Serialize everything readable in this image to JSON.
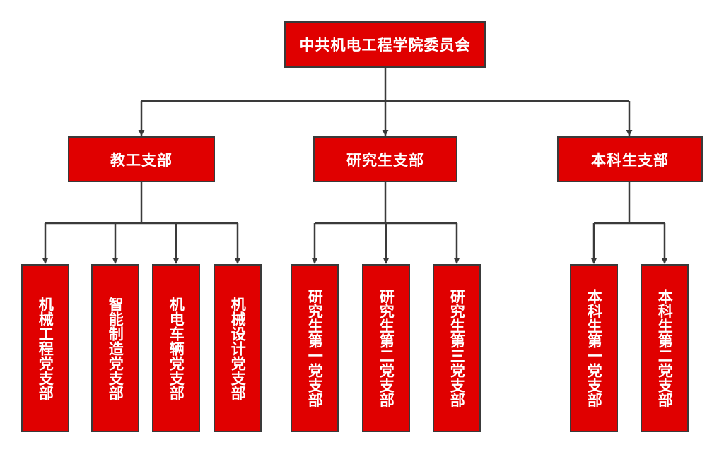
{
  "colors": {
    "node_fill": "#e00000",
    "node_border": "#3a3a3a",
    "connector": "#3a3a3a",
    "text": "#ffffff"
  },
  "root": {
    "label": "中共机电工程学院委员会"
  },
  "branches": [
    {
      "label": "教工支部",
      "children": [
        "机械工程党支部",
        "智能制造党支部",
        "机电车辆党支部",
        "机械设计党支部"
      ]
    },
    {
      "label": "研究生支部",
      "children": [
        "研究生第一党支部",
        "研究生第二党支部",
        "研究生第三党支部"
      ]
    },
    {
      "label": "本科生支部",
      "children": [
        "本科生第一党支部",
        "本科生第二党支部"
      ]
    }
  ]
}
